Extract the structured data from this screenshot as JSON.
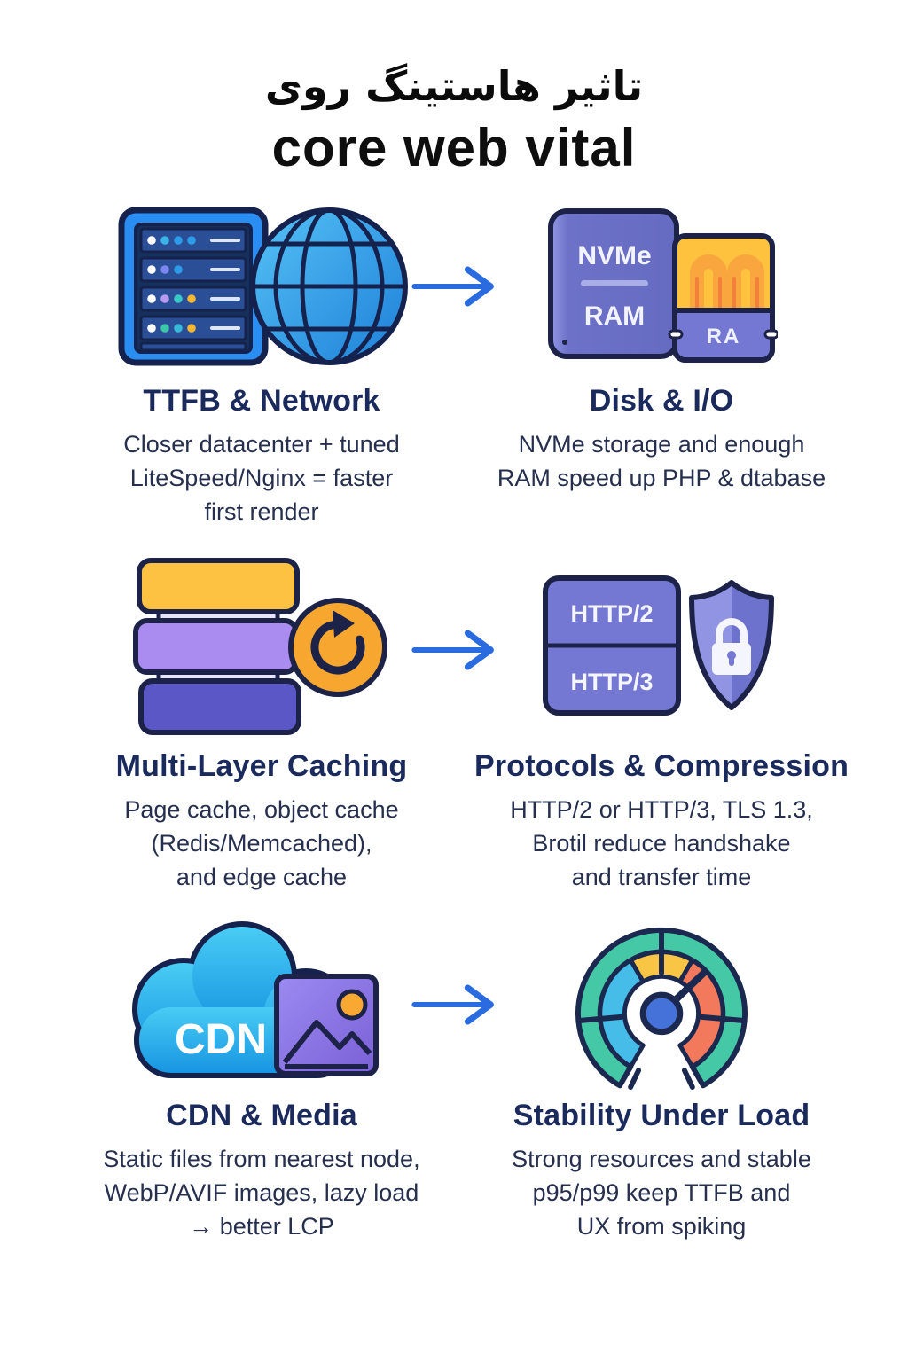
{
  "title": {
    "persian": "تاثیر هاستینگ روی",
    "english": "core web vital"
  },
  "sections": [
    {
      "heading": "TTFB & Network",
      "body": "Closer datacenter + tuned\nLiteSpeed/Nginx = faster\nfirst render",
      "icon": "server-globe-icon"
    },
    {
      "heading": "Disk & I/O",
      "body": "NVMe storage and enough\nRAM speed up PHP & dtabase",
      "icon": "nvme-ram-icon"
    },
    {
      "heading": "Multi-Layer Caching",
      "body": "Page cache, object cache\n(Redis/Memcached),\nand edge cache",
      "icon": "cache-layers-refresh-icon"
    },
    {
      "heading": "Protocols & Compression",
      "body": "HTTP/2 or HTTP/3, TLS 1.3,\nBrotil reduce handshake\nand transfer time",
      "icon": "http-shield-lock-icon"
    },
    {
      "heading": "CDN & Media",
      "body": "Static files from nearest node,\nWebP/AVIF images, lazy load\n→ better LCP",
      "icon": "cdn-cloud-image-icon"
    },
    {
      "heading": "Stability Under Load",
      "body": "Strong resources and stable\np95/p99 keep TTFB and\nUX from spiking",
      "icon": "gauge-icon"
    }
  ],
  "icon_labels": {
    "nvme": "NVMe",
    "ram": "RAM",
    "ram_chip": "RA",
    "http2": "HTTP/2",
    "http3": "HTTP/3",
    "cdn": "CDN"
  },
  "colors": {
    "heading_navy": "#1b2a5c",
    "body_navy": "#26304e",
    "outline_navy": "#1b2448",
    "arrow_blue": "#2a6be0",
    "server_blue": "#2a8df2",
    "globe_cyan": "#3fb4f4",
    "card_purple": "#7478d2",
    "layer_yellow": "#fec243",
    "layer_light_purple": "#aa8cf0",
    "layer_indigo": "#5c57c6",
    "refresh_orange": "#f7a72f",
    "ram_yellow": "#ffc23e",
    "ram_stripe_orange": "#f9a63f",
    "cloud_cyan": "#29b6ec",
    "media_purple": "#8f7be4",
    "gauge_teal": "#45c8a5",
    "gauge_cyan": "#46bce8",
    "gauge_yellow": "#f8c544",
    "gauge_orange": "#f2795c",
    "gauge_hub_blue": "#4472d8"
  }
}
